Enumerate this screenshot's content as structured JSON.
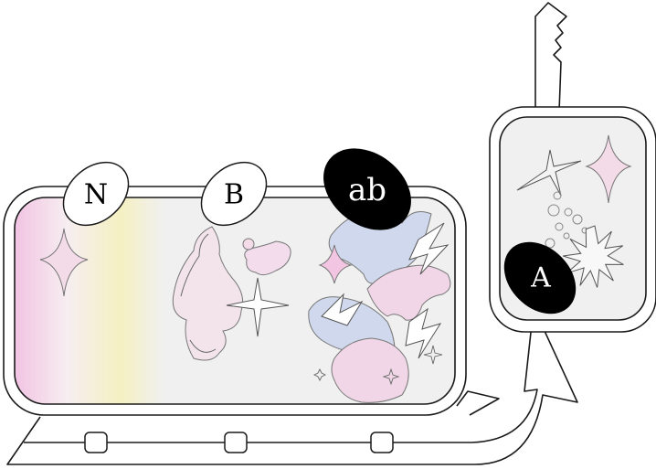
{
  "labels": {
    "n": "N",
    "b": "B",
    "ab": "ab",
    "a": "A"
  },
  "colors": {
    "outline": "#1a1a1a",
    "panel_fill": "#f0f0f0",
    "pink": "#f2c6e2",
    "yellow": "#f5f0c4",
    "blue": "#cfd8ec",
    "label_dark_bg": "#000000",
    "label_light_bg": "#ffffff"
  },
  "icons": [
    "four-point-star-icon",
    "sparkle-icon",
    "starburst-icon",
    "bubble-icon",
    "lightning-icon",
    "control-knob-icon"
  ]
}
